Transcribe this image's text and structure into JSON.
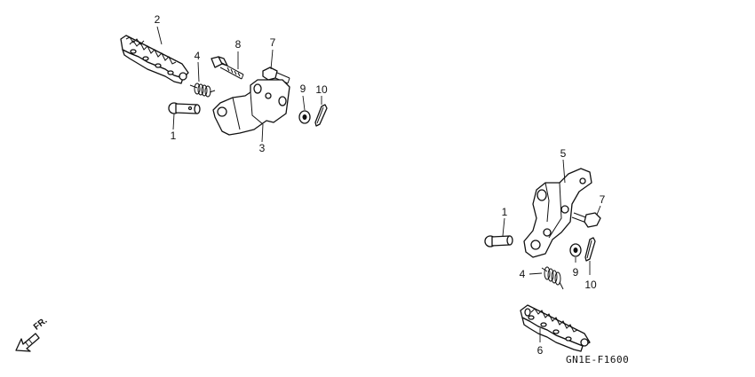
{
  "diagram": {
    "drawing_code": "GN1E-F1600",
    "direction_marker": "FR.",
    "callouts_left": [
      "1",
      "2",
      "3",
      "4",
      "7",
      "8",
      "9",
      "10"
    ],
    "callouts_right": [
      "1",
      "4",
      "5",
      "6",
      "7",
      "9",
      "10"
    ]
  }
}
